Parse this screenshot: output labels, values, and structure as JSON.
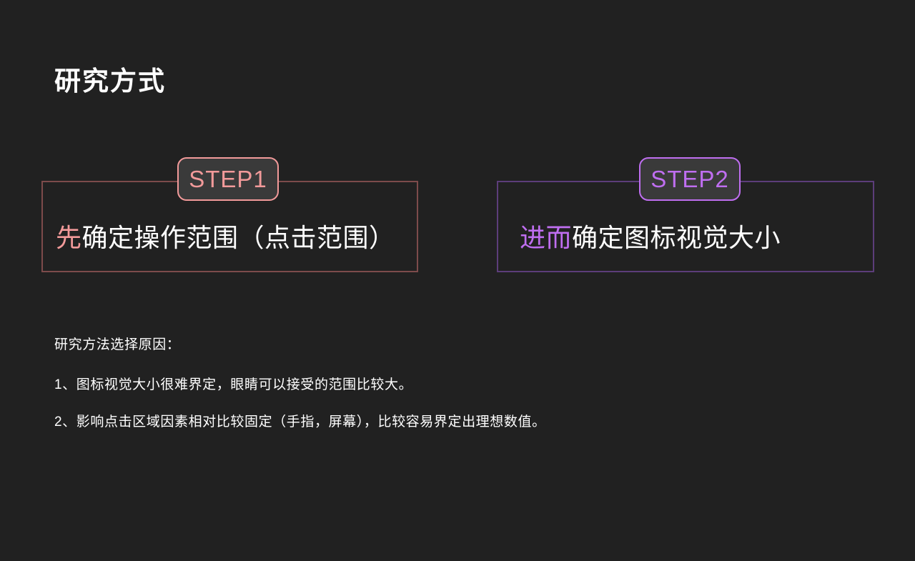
{
  "slide": {
    "title": "研究方式",
    "background_color": "#212121"
  },
  "steps": [
    {
      "label": "STEP1",
      "accent_color": "#f29a9a",
      "border_color": "#7d4b4b",
      "highlight_text": "先",
      "rest_text": "确定操作范围（点击范围）"
    },
    {
      "label": "STEP2",
      "accent_color": "#bf6ef0",
      "border_color": "#5c3d7a",
      "highlight_text": "进而",
      "rest_text": "确定图标视觉大小"
    }
  ],
  "reasons": {
    "heading": "研究方法选择原因：",
    "items": [
      "1、图标视觉大小很难界定，眼睛可以接受的范围比较大。",
      "2、影响点击区域因素相对比较固定（手指，屏幕），比较容易界定出理想数值。"
    ]
  }
}
